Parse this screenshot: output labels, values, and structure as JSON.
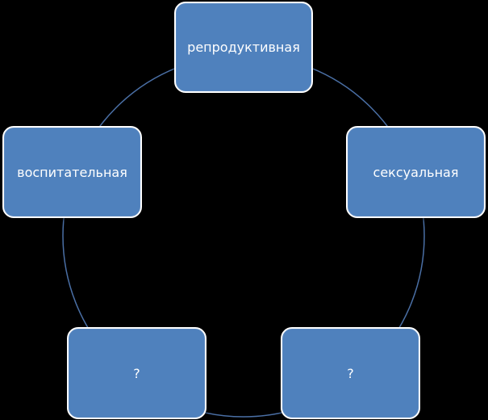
{
  "diagram": {
    "type": "cycle",
    "colors": {
      "background": "#000000",
      "node_fill": "#4f81bd",
      "node_border": "#ffffff",
      "connector": "#4a6fa5",
      "text": "#ffffff"
    },
    "nodes": [
      {
        "id": "top",
        "label": "репродуктивная"
      },
      {
        "id": "right",
        "label": "сексуальная"
      },
      {
        "id": "bottom-right",
        "label": "?"
      },
      {
        "id": "bottom-left",
        "label": "?"
      },
      {
        "id": "left",
        "label": "воспитательная"
      }
    ]
  }
}
